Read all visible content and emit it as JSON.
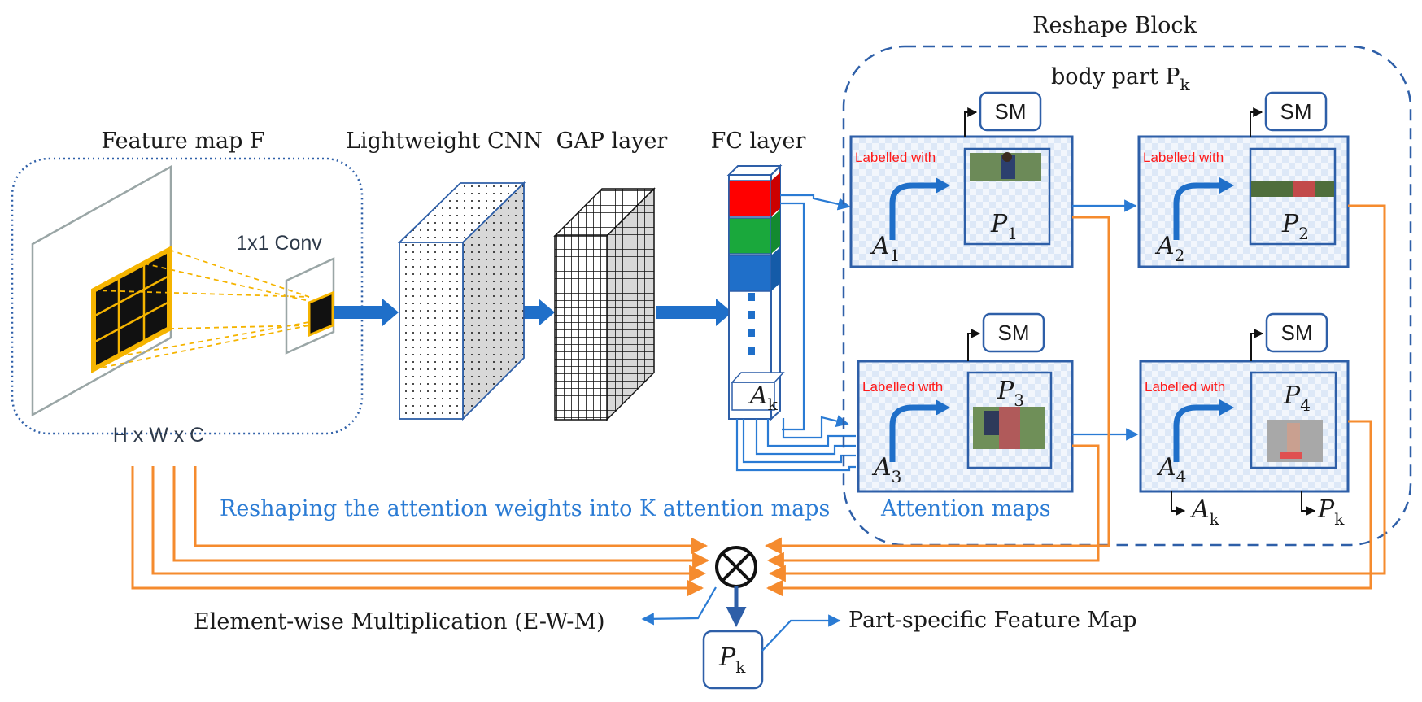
{
  "labels": {
    "feature_map": "Feature map F",
    "conv": "1x1 Conv",
    "dims": "H x W x C",
    "cnn": "Lightweight CNN",
    "gap": "GAP layer",
    "fc": "FC layer",
    "reshape_block": "Reshape Block",
    "body_part": "body part P",
    "body_part_sub": "k",
    "reshaping": "Reshaping the attention weights into K attention maps",
    "attention_maps": "Attention maps",
    "ewm": "Element-wise Multiplication (E-W-M)",
    "part_feature": "Part-specific Feature Map",
    "sm": "SM",
    "labelled_with": "Labelled with"
  },
  "panels": [
    {
      "a": "A",
      "a_sub": "1",
      "p": "P",
      "p_sub": "1"
    },
    {
      "a": "A",
      "a_sub": "2",
      "p": "P",
      "p_sub": "2"
    },
    {
      "a": "A",
      "a_sub": "3",
      "p": "P",
      "p_sub": "3"
    },
    {
      "a": "A",
      "a_sub": "4",
      "p": "P",
      "p_sub": "4"
    }
  ],
  "fc_symbol": {
    "a": "A",
    "a_sub": "k"
  },
  "outputs": {
    "ak": "A",
    "ak_sub": "k",
    "pk": "P",
    "pk_sub": "k"
  },
  "result": {
    "p": "P",
    "p_sub": "k"
  },
  "colors": {
    "blue_arrow": "#2a7bd4",
    "dark_blue": "#2e5fa8",
    "orange": "#f58b2e",
    "red": "#ff0000",
    "green": "#1aa83c",
    "fc_blue": "#1f6fc9",
    "feature_highlight": "#f5b400"
  }
}
